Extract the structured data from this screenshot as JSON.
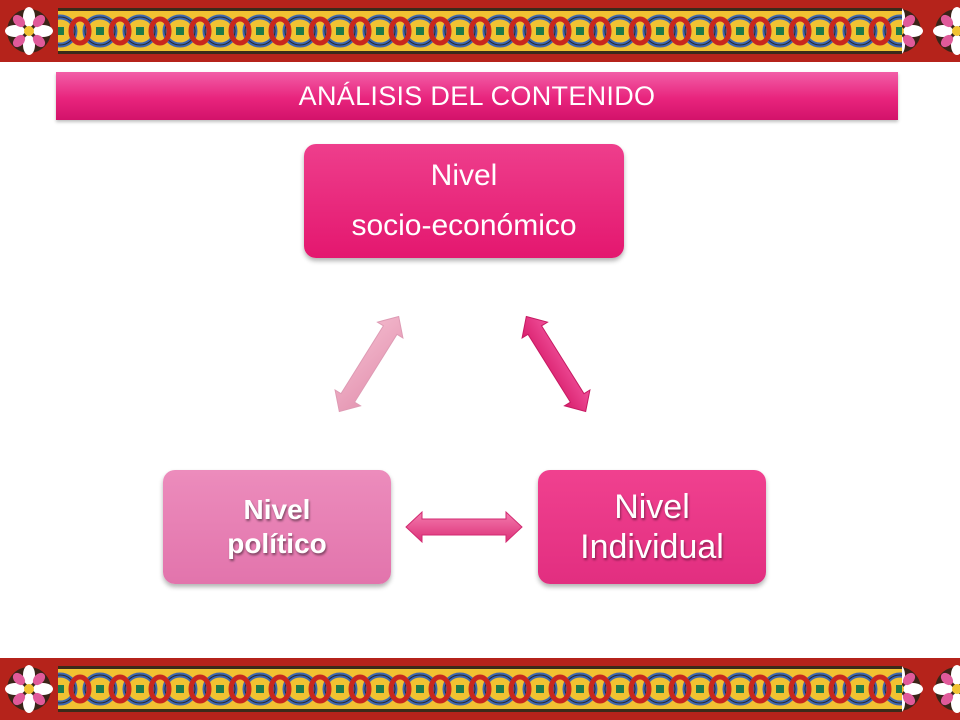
{
  "slide": {
    "title": "ANÁLISIS DEL CONTENIDO"
  },
  "diagram": {
    "nodes": {
      "top": {
        "line1": "Nivel",
        "line2": "socio-económico"
      },
      "right": {
        "line1": "Nivel",
        "line2": "Individual"
      },
      "left": {
        "line1": "Nivel",
        "line2": "político"
      }
    },
    "connectors": [
      {
        "from": "top",
        "to": "right",
        "kind": "double-arrow"
      },
      {
        "from": "left",
        "to": "top",
        "kind": "double-arrow"
      },
      {
        "from": "left",
        "to": "right",
        "kind": "double-arrow"
      }
    ]
  },
  "colors": {
    "banner": "#e8247d",
    "node_top": "#e8247d",
    "node_right": "#e8388a",
    "node_left": "#e880b4",
    "arrow_strong": "#e22d78",
    "arrow_light": "#eaa0bb",
    "border_red": "#c8281e",
    "border_gold": "#f1c232",
    "border_blue": "#3d66b0"
  },
  "icons": [
    "decorative-border-pattern",
    "double-headed-arrow"
  ]
}
